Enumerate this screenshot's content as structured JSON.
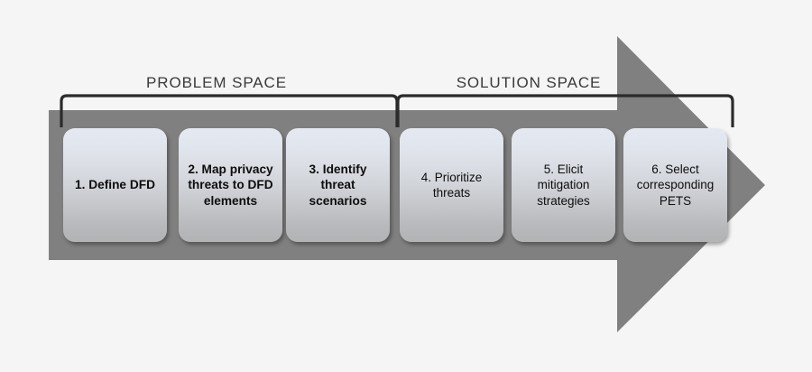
{
  "diagram": {
    "title_visible": false,
    "background_color": "#f5f5f5",
    "arrow_color": "#808080",
    "bracket_color": "#2b2b2b",
    "box_text_color": "#0d0d0d",
    "label_text_color": "#3a3a3a"
  },
  "phases": [
    {
      "key": "problem",
      "label": "PROBLEM SPACE"
    },
    {
      "key": "solution",
      "label": "SOLUTION SPACE"
    }
  ],
  "steps": [
    {
      "number": "1",
      "label": "1. Define DFD",
      "emphasis": "bold",
      "phase": "problem"
    },
    {
      "number": "2",
      "label": "2. Map privacy threats to DFD elements",
      "emphasis": "bold",
      "phase": "problem"
    },
    {
      "number": "3",
      "label": "3. Identify threat scenarios",
      "emphasis": "bold",
      "phase": "problem"
    },
    {
      "number": "4",
      "label": "4. Prioritize threats",
      "emphasis": "normal",
      "phase": "solution"
    },
    {
      "number": "5",
      "label": "5. Elicit mitigation strategies",
      "emphasis": "normal",
      "phase": "solution"
    },
    {
      "number": "6",
      "label": "6. Select corresponding PETS",
      "emphasis": "normal",
      "phase": "solution"
    }
  ]
}
